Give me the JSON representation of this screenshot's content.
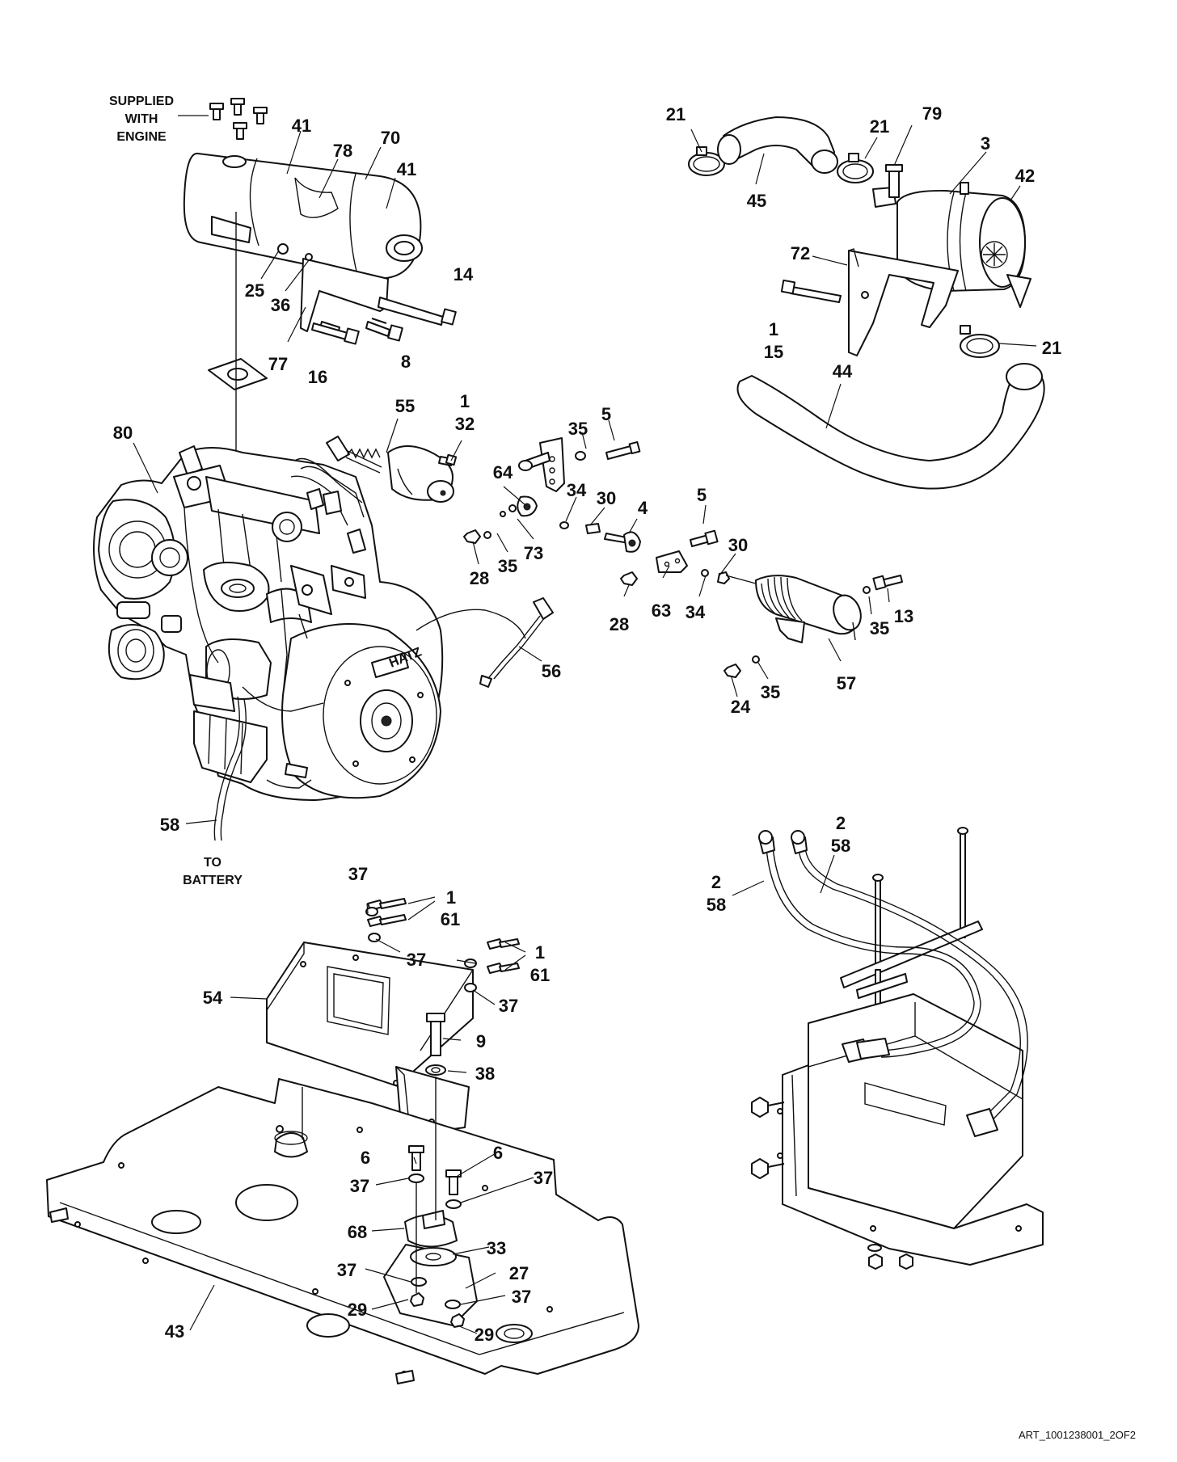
{
  "notes": {
    "supplied_with_engine": [
      "SUPPLIED",
      "WITH",
      "ENGINE"
    ],
    "to_battery": [
      "TO",
      "BATTERY"
    ],
    "art_code": "ART_1001238001_2OF2"
  },
  "callouts": {
    "muffler": [
      "41",
      "78",
      "70",
      "41",
      "25",
      "36",
      "14",
      "77",
      "16",
      "8"
    ],
    "air_filter": [
      "21",
      "21",
      "79",
      "3",
      "42",
      "45",
      "72",
      "1",
      "15",
      "21",
      "44"
    ],
    "engine": [
      "80",
      "55",
      "1",
      "32",
      "58"
    ],
    "throttle": [
      "35",
      "5",
      "64",
      "34",
      "30",
      "4",
      "5",
      "28",
      "35",
      "73",
      "28",
      "63",
      "34",
      "30",
      "35",
      "13",
      "56",
      "57",
      "24",
      "35"
    ],
    "mount_plate": [
      "37",
      "1",
      "61",
      "37",
      "1",
      "61",
      "54",
      "37",
      "9",
      "38",
      "6",
      "6",
      "37",
      "37",
      "68",
      "33",
      "27",
      "37",
      "37",
      "29",
      "29",
      "43"
    ],
    "battery": [
      "2",
      "58",
      "2",
      "58"
    ]
  },
  "brand_mark": "HATZ"
}
